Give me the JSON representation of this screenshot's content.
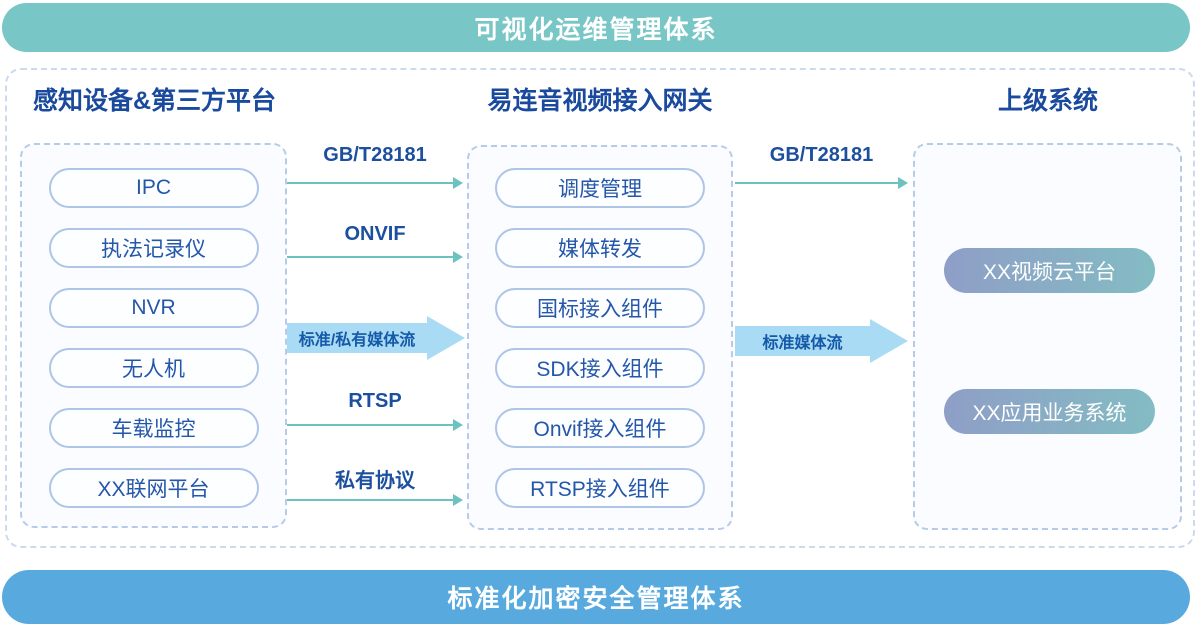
{
  "top_banner": {
    "label": "可视化运维管理体系"
  },
  "bottom_banner": {
    "label": "标准化加密安全管理体系"
  },
  "columns": {
    "devices": {
      "title": "感知设备&第三方平台",
      "items": [
        "IPC",
        "执法记录仪",
        "NVR",
        "无人机",
        "车载监控",
        "XX联网平台"
      ]
    },
    "gateway": {
      "title": "易连音视频接入网关",
      "items": [
        "调度管理",
        "媒体转发",
        "国标接入组件",
        "SDK接入组件",
        "Onvif接入组件",
        "RTSP接入组件"
      ]
    },
    "upper": {
      "title": "上级系统",
      "items": [
        "XX视频云平台",
        "XX应用业务系统"
      ]
    }
  },
  "flows": {
    "left_gap": {
      "gbt28181": "GB/T28181",
      "onvif": "ONVIF",
      "media_stream": "标准/私有媒体流",
      "rtsp": "RTSP",
      "private_protocol": "私有协议"
    },
    "right_gap": {
      "gbt28181": "GB/T28181",
      "media_stream": "标准媒体流"
    }
  },
  "colors": {
    "top_banner": "#79c6c6",
    "bottom_banner": "#58aade",
    "heading_text": "#1a4a9d",
    "pill_border": "#aec5e6",
    "pill_text": "#2456aa",
    "teal_arrow": "#6cc2be",
    "thick_arrow_fill": "#a9dbf4",
    "thick_arrow_text": "#1559a9",
    "gradient_start": "#8f9ec7",
    "gradient_end": "#83bcc3"
  }
}
